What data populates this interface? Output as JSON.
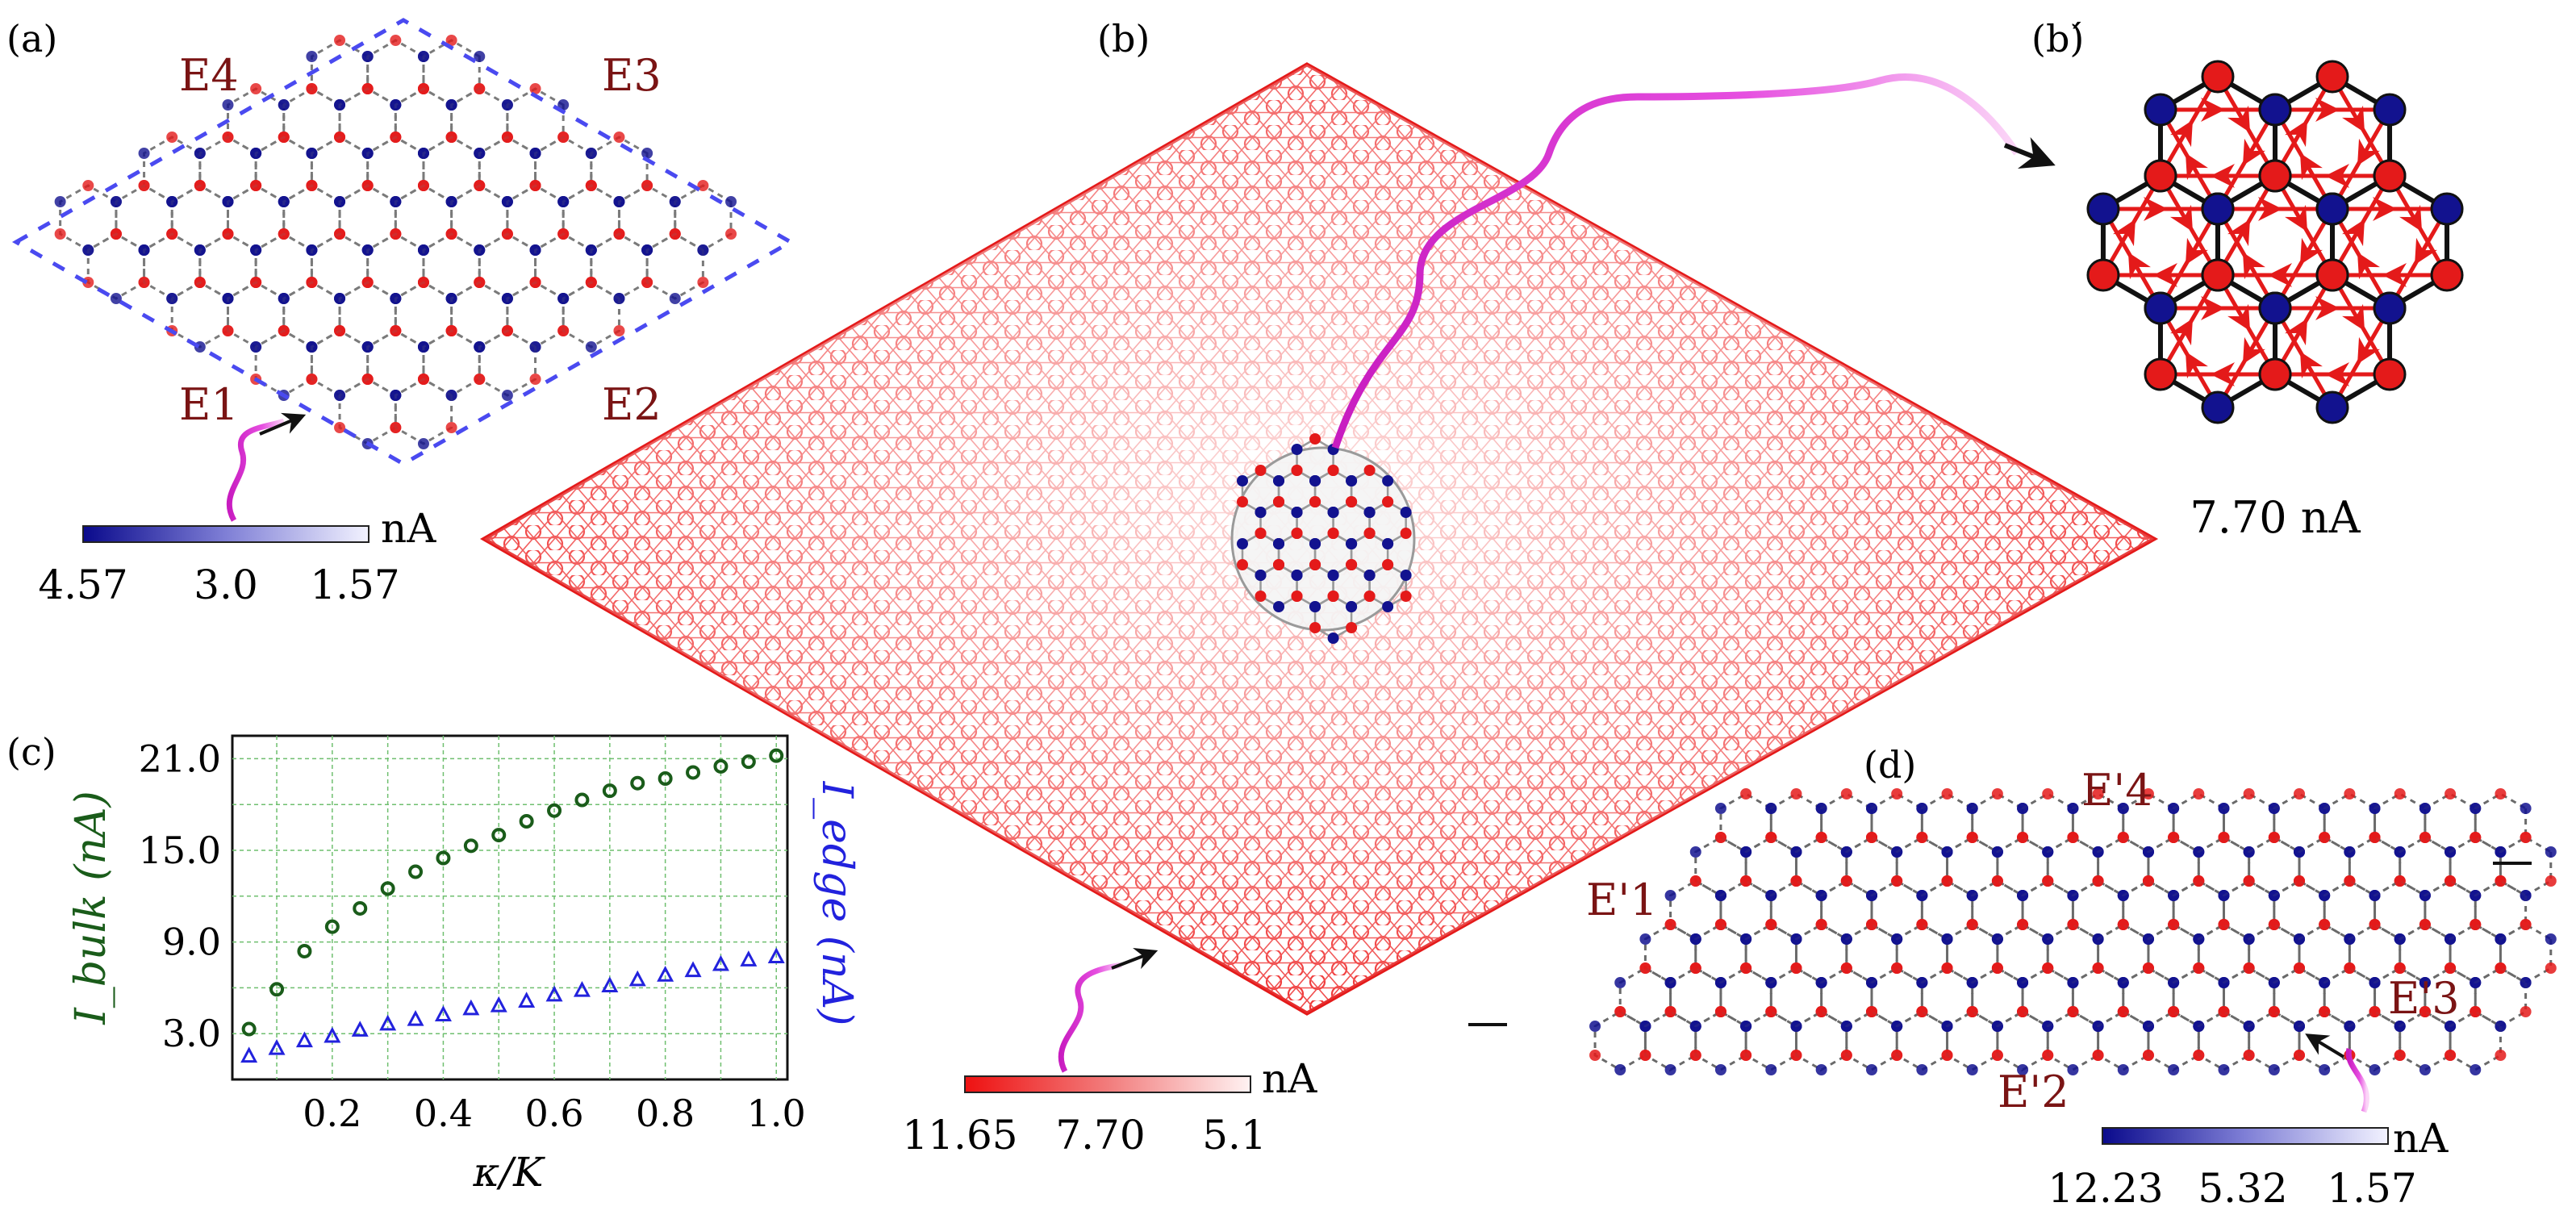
{
  "panels": {
    "a": {
      "label": "(a)",
      "edges": [
        "E4",
        "E3",
        "E1",
        "E2"
      ],
      "colorbar": {
        "unit": "nA",
        "ticks": [
          "4.57",
          "3.0",
          "1.57"
        ],
        "colors": [
          "#0a0a8c",
          "#7f7fd6",
          "#f2f2ff"
        ]
      }
    },
    "b": {
      "label": "(b)",
      "colorbar": {
        "unit": "nA",
        "ticks": [
          "11.65",
          "7.70",
          "5.1"
        ],
        "colors": [
          "#ee1111",
          "#f27c7c",
          "#fff2f2"
        ]
      }
    },
    "bprime": {
      "label": "(b)́",
      "current": "7.70 nA"
    },
    "c": {
      "label": "(c)"
    },
    "d": {
      "label": "(d)",
      "edges": [
        "E'4",
        "E'1",
        "E'3",
        "E'2"
      ],
      "colorbar": {
        "unit": "nA",
        "ticks": [
          "12.23",
          "5.32",
          "1.57"
        ],
        "colors": [
          "#0a0a8c",
          "#7f7fd6",
          "#f2f2ff"
        ]
      }
    }
  },
  "colors": {
    "red": "#e41a1a",
    "blue": "#12128f",
    "magenta": "#d21fc2",
    "green": "#1a5c1a",
    "edgeLabel": "#7a1414"
  },
  "chart_data": {
    "type": "scatter",
    "xlabel": "κ/K",
    "ylabel_left": "I_bulk (nA)",
    "ylabel_right": "I_edge (nA)",
    "xlim": [
      0.02,
      1.02
    ],
    "ylim": [
      0,
      22.5
    ],
    "xticks": [
      "0.2",
      "0.4",
      "0.6",
      "0.8",
      "1.0"
    ],
    "yticks": [
      "3.0",
      "9.0",
      "15.0",
      "21.0"
    ],
    "grid": true,
    "series": [
      {
        "name": "I_bulk",
        "marker": "circle",
        "color": "#1a5c1a",
        "x": [
          0.05,
          0.1,
          0.15,
          0.2,
          0.25,
          0.3,
          0.35,
          0.4,
          0.45,
          0.5,
          0.55,
          0.6,
          0.65,
          0.7,
          0.75,
          0.8,
          0.85,
          0.9,
          0.95,
          1.0
        ],
        "y": [
          3.3,
          5.9,
          8.4,
          10.0,
          11.2,
          12.5,
          13.6,
          14.5,
          15.3,
          16.0,
          16.9,
          17.6,
          18.3,
          18.9,
          19.4,
          19.7,
          20.1,
          20.5,
          20.8,
          21.2
        ]
      },
      {
        "name": "I_edge",
        "marker": "triangle",
        "color": "#2222dd",
        "x": [
          0.05,
          0.1,
          0.15,
          0.2,
          0.25,
          0.3,
          0.35,
          0.4,
          0.45,
          0.5,
          0.55,
          0.6,
          0.65,
          0.7,
          0.75,
          0.8,
          0.85,
          0.9,
          0.95,
          1.0
        ],
        "y": [
          1.5,
          2.0,
          2.5,
          2.8,
          3.2,
          3.6,
          3.9,
          4.2,
          4.6,
          4.8,
          5.1,
          5.5,
          5.8,
          6.1,
          6.5,
          6.8,
          7.1,
          7.5,
          7.8,
          8.0
        ]
      }
    ]
  }
}
